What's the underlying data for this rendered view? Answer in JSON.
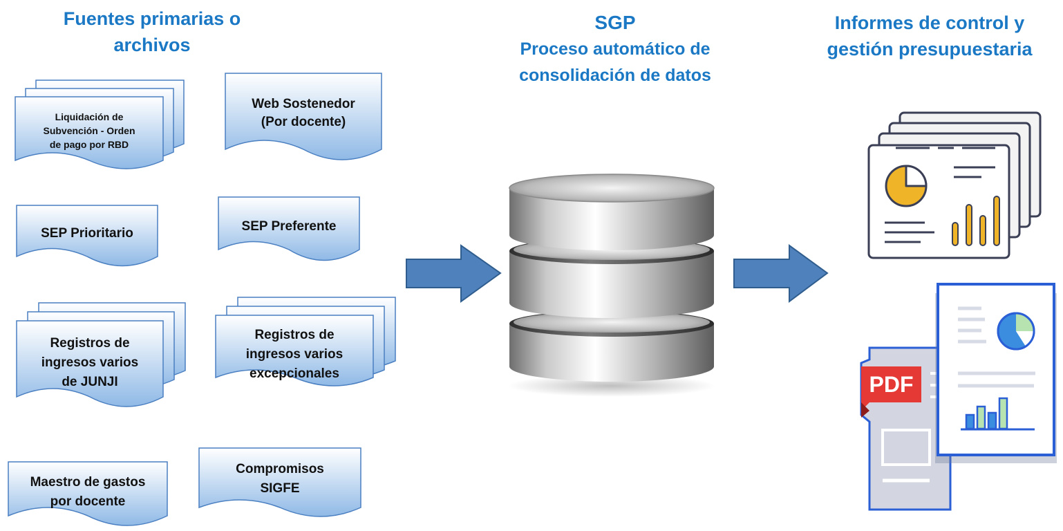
{
  "headers": {
    "sources": [
      "Fuentes primarias o",
      "archivos"
    ],
    "process": [
      "SGP",
      "Proceso automático de",
      "consolidación de datos"
    ],
    "reports": [
      "Informes de control y",
      "gestión presupuestaria"
    ]
  },
  "documents": [
    {
      "id": "liquidacion",
      "lines": [
        "Liquidación de",
        "Subvención - Orden",
        "de pago por RBD"
      ]
    },
    {
      "id": "web-sostenedor",
      "lines": [
        "Web Sostenedor",
        "(Por docente)"
      ]
    },
    {
      "id": "sep-prioritario",
      "lines": [
        "SEP Prioritario"
      ]
    },
    {
      "id": "sep-preferente",
      "lines": [
        "SEP Preferente"
      ]
    },
    {
      "id": "registros-junji",
      "lines": [
        "Registros de",
        "ingresos varios",
        "de JUNJI"
      ]
    },
    {
      "id": "registros-excepcionales",
      "lines": [
        "Registros de",
        "ingresos varios",
        "excepcionales"
      ]
    },
    {
      "id": "maestro-gastos",
      "lines": [
        "Maestro de gastos",
        "por docente"
      ]
    },
    {
      "id": "compromisos",
      "lines": [
        "Compromisos",
        "SIGFE"
      ]
    }
  ],
  "pdf_badge": "PDF",
  "colors": {
    "header_text": "#1b78c4",
    "doc_fill_top": "#ffffff",
    "doc_fill_bottom": "#8fb9e6",
    "doc_border": "#4a7fc1",
    "arrow_fill": "#4f81bd",
    "arrow_border": "#2f5d8e",
    "chart_yellow": "#f0b429",
    "pie_blue": "#3b8de0",
    "pie_green": "#b7e3b0",
    "pdf_red": "#e53935",
    "report_border": "#3a3f55",
    "report_accent": "#2b5fd6"
  }
}
